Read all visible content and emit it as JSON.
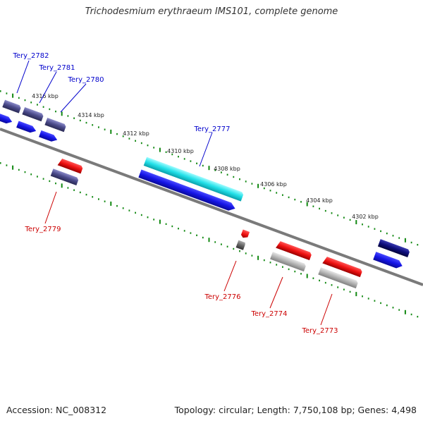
{
  "title": "Trichodesmium erythraeum IMS101, complete genome",
  "footer": {
    "accession": "Accession: NC_008312",
    "summary": "Topology: circular; Length: 7,750,108 bp; Genes: 4,498"
  },
  "scale_labels": [
    "4316 kbp",
    "4314 kbp",
    "4312 kbp",
    "4310 kbp",
    "4308 kbp",
    "4306 kbp",
    "4304 kbp",
    "4302 kbp"
  ],
  "gene_labels": {
    "tery_2782": "Tery_2782",
    "tery_2781": "Tery_2781",
    "tery_2780": "Tery_2780",
    "tery_2777": "Tery_2777",
    "tery_2779": "Tery_2779",
    "tery_2776": "Tery_2776",
    "tery_2774": "Tery_2774",
    "tery_2773": "Tery_2773"
  },
  "colors": {
    "forward_label": "#0000cc",
    "reverse_label": "#cc0000",
    "backbone": "#808080",
    "tick": "#118811",
    "cds_forward": "#1a1aee",
    "cds_reverse": "#ee1111",
    "highlight": "#22e0e8",
    "pseudo": "#aaaaaa",
    "feature_dark": "#4a4a8a"
  }
}
